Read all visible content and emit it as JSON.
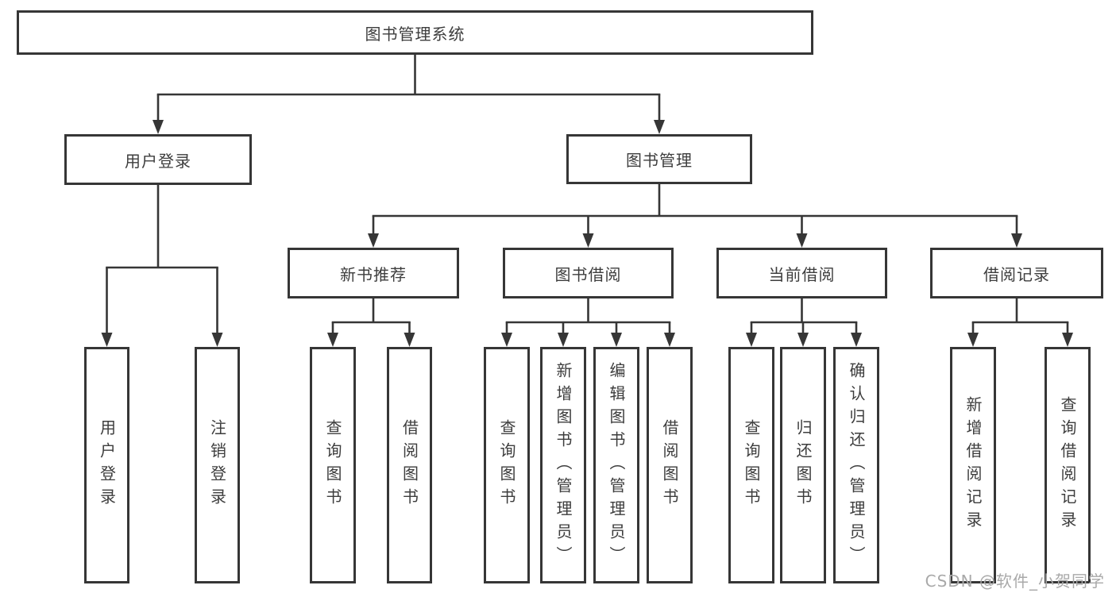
{
  "tree": {
    "root": {
      "label": "图书管理系统",
      "children": [
        {
          "label": "用户登录",
          "children": [
            {
              "label": "用户登录"
            },
            {
              "label": "注销登录"
            }
          ]
        },
        {
          "label": "图书管理",
          "children": [
            {
              "label": "新书推荐",
              "children": [
                {
                  "label": "查询图书"
                },
                {
                  "label": "借阅图书"
                }
              ]
            },
            {
              "label": "图书借阅",
              "children": [
                {
                  "label": "查询图书"
                },
                {
                  "label": "新增图书（管理员）"
                },
                {
                  "label": "编辑图书（管理员）"
                },
                {
                  "label": "借阅图书"
                }
              ]
            },
            {
              "label": "当前借阅",
              "children": [
                {
                  "label": "查询图书"
                },
                {
                  "label": "归还图书"
                },
                {
                  "label": "确认归还（管理员）"
                }
              ]
            },
            {
              "label": "借阅记录",
              "children": [
                {
                  "label": "新增借阅记录"
                },
                {
                  "label": "查询借阅记录"
                }
              ]
            }
          ]
        }
      ]
    }
  },
  "watermark": "CSDN @软件_小贺同学",
  "colors": {
    "line": "#363636",
    "text": "#3d3d3d",
    "watermark": "#a9a9a9",
    "background": "#ffffff"
  }
}
